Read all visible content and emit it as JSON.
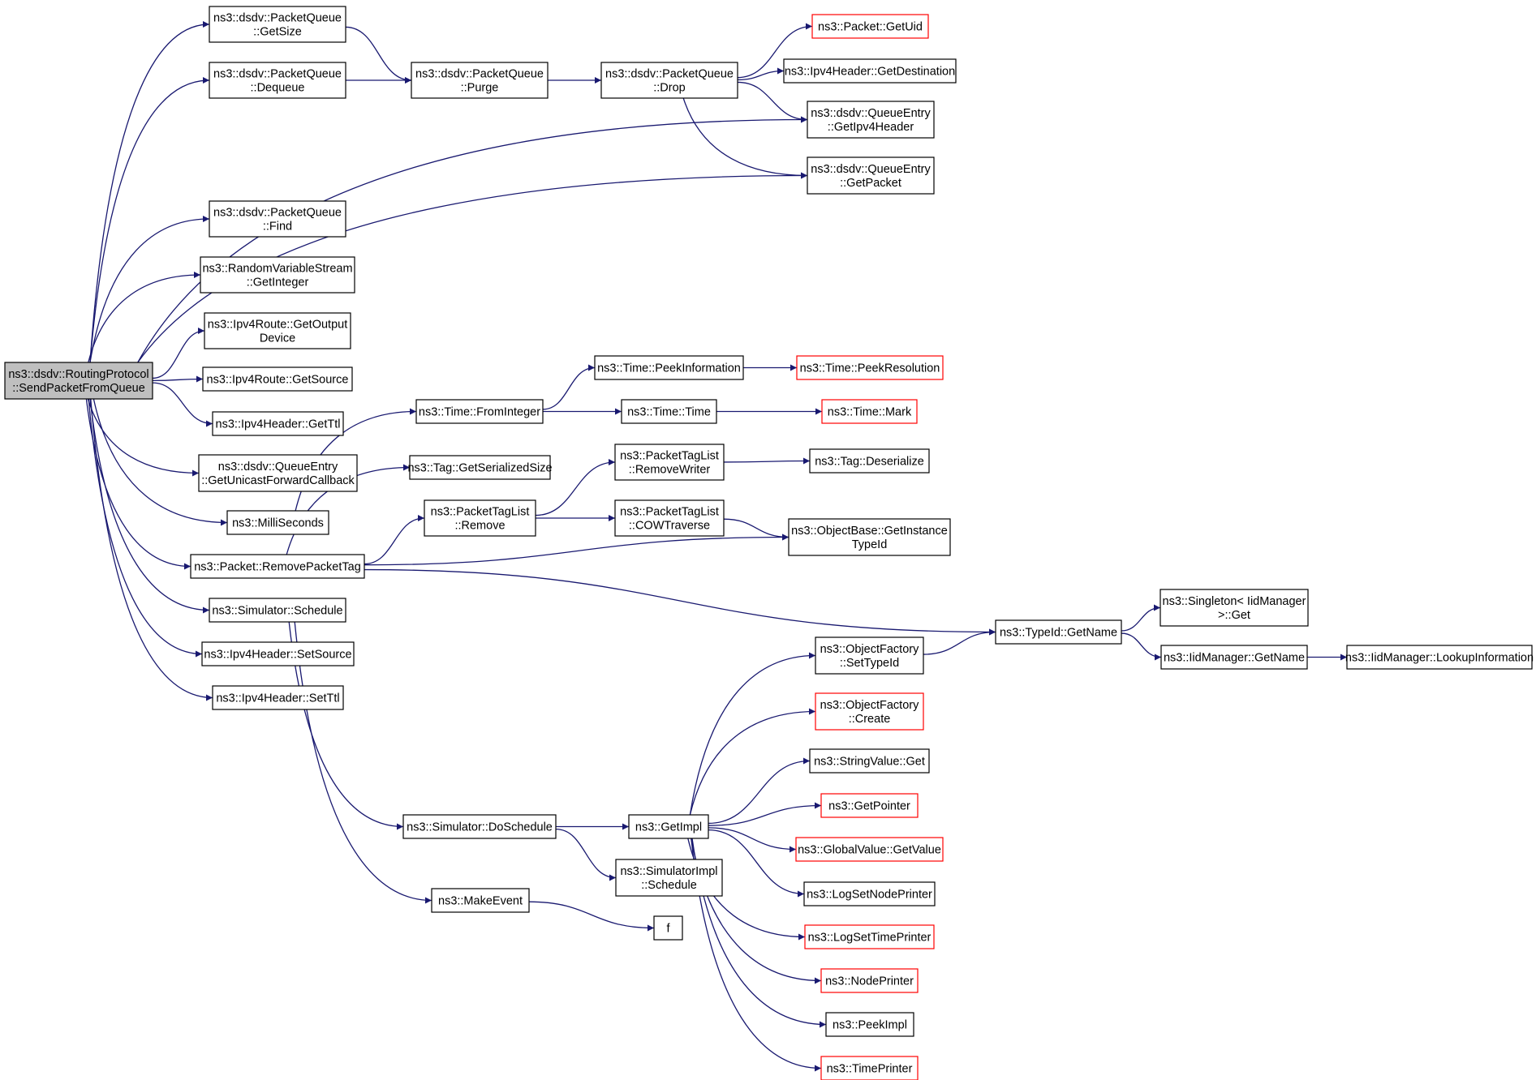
{
  "colors": {
    "edge": "#191970",
    "node_border": "#000000",
    "truncated_border": "#ff0000",
    "root_fill": "#bfbfbf"
  },
  "nodes": [
    {
      "id": "root",
      "lines": [
        "ns3::dsdv::RoutingProtocol",
        "::SendPacketFromQueue"
      ],
      "style": "root"
    },
    {
      "id": "pq_getsize",
      "lines": [
        "ns3::dsdv::PacketQueue",
        "::GetSize"
      ]
    },
    {
      "id": "pq_dequeue",
      "lines": [
        "ns3::dsdv::PacketQueue",
        "::Dequeue"
      ]
    },
    {
      "id": "pq_purge",
      "lines": [
        "ns3::dsdv::PacketQueue",
        "::Purge"
      ]
    },
    {
      "id": "pq_drop",
      "lines": [
        "ns3::dsdv::PacketQueue",
        "::Drop"
      ]
    },
    {
      "id": "pkt_getuid",
      "lines": [
        "ns3::Packet::GetUid"
      ],
      "style": "truncated"
    },
    {
      "id": "ipv4h_getdest",
      "lines": [
        "ns3::Ipv4Header::GetDestination"
      ]
    },
    {
      "id": "qe_getipv4header",
      "lines": [
        "ns3::dsdv::QueueEntry",
        "::GetIpv4Header"
      ]
    },
    {
      "id": "qe_getpacket",
      "lines": [
        "ns3::dsdv::QueueEntry",
        "::GetPacket"
      ]
    },
    {
      "id": "pq_find",
      "lines": [
        "ns3::dsdv::PacketQueue",
        "::Find"
      ]
    },
    {
      "id": "rvs_getinteger",
      "lines": [
        "ns3::RandomVariableStream",
        "::GetInteger"
      ]
    },
    {
      "id": "ipv4route_getoutputdevice",
      "lines": [
        "ns3::Ipv4Route::GetOutput",
        "Device"
      ]
    },
    {
      "id": "ipv4route_getsource",
      "lines": [
        "ns3::Ipv4Route::GetSource"
      ]
    },
    {
      "id": "ipv4h_getttl",
      "lines": [
        "ns3::Ipv4Header::GetTtl"
      ]
    },
    {
      "id": "qe_getunicastforwardcallback",
      "lines": [
        "ns3::dsdv::QueueEntry",
        "::GetUnicastForwardCallback"
      ]
    },
    {
      "id": "milliseconds",
      "lines": [
        "ns3::MilliSeconds"
      ]
    },
    {
      "id": "time_frominteger",
      "lines": [
        "ns3::Time::FromInteger"
      ]
    },
    {
      "id": "time_peekinformation",
      "lines": [
        "ns3::Time::PeekInformation"
      ]
    },
    {
      "id": "time_peekresolution",
      "lines": [
        "ns3::Time::PeekResolution"
      ],
      "style": "truncated"
    },
    {
      "id": "time_time",
      "lines": [
        "ns3::Time::Time"
      ]
    },
    {
      "id": "time_mark",
      "lines": [
        "ns3::Time::Mark"
      ],
      "style": "truncated"
    },
    {
      "id": "tag_getserializedsize",
      "lines": [
        "ns3::Tag::GetSerializedSize"
      ]
    },
    {
      "id": "ptl_remove",
      "lines": [
        "ns3::PacketTagList",
        "::Remove"
      ]
    },
    {
      "id": "ptl_removewriter",
      "lines": [
        "ns3::PacketTagList",
        "::RemoveWriter"
      ]
    },
    {
      "id": "tag_deserialize",
      "lines": [
        "ns3::Tag::Deserialize"
      ]
    },
    {
      "id": "ptl_cowtraverse",
      "lines": [
        "ns3::PacketTagList",
        "::COWTraverse"
      ]
    },
    {
      "id": "objectbase_getinstancetypeid",
      "lines": [
        "ns3::ObjectBase::GetInstance",
        "TypeId"
      ]
    },
    {
      "id": "pkt_removepackettag",
      "lines": [
        "ns3::Packet::RemovePacketTag"
      ]
    },
    {
      "id": "typeid_getname",
      "lines": [
        "ns3::TypeId::GetName"
      ]
    },
    {
      "id": "singleton_get",
      "lines": [
        "ns3::Singleton< IidManager",
        " >::Get"
      ]
    },
    {
      "id": "iidmanager_getname",
      "lines": [
        "ns3::IidManager::GetName"
      ]
    },
    {
      "id": "iidmanager_lookupinformation",
      "lines": [
        "ns3::IidManager::LookupInformation"
      ]
    },
    {
      "id": "sim_schedule",
      "lines": [
        "ns3::Simulator::Schedule"
      ]
    },
    {
      "id": "ipv4h_setsource",
      "lines": [
        "ns3::Ipv4Header::SetSource"
      ]
    },
    {
      "id": "ipv4h_setttl",
      "lines": [
        "ns3::Ipv4Header::SetTtl"
      ]
    },
    {
      "id": "objectfactory_settypeid",
      "lines": [
        "ns3::ObjectFactory",
        "::SetTypeId"
      ]
    },
    {
      "id": "objectfactory_create",
      "lines": [
        "ns3::ObjectFactory",
        "::Create"
      ],
      "style": "truncated"
    },
    {
      "id": "stringvalue_get",
      "lines": [
        "ns3::StringValue::Get"
      ]
    },
    {
      "id": "getpointer",
      "lines": [
        "ns3::GetPointer"
      ],
      "style": "truncated"
    },
    {
      "id": "globalvalue_getvalue",
      "lines": [
        "ns3::GlobalValue::GetValue"
      ],
      "style": "truncated"
    },
    {
      "id": "logsetnodeprinter",
      "lines": [
        "ns3::LogSetNodePrinter"
      ]
    },
    {
      "id": "logsettimeprinter",
      "lines": [
        "ns3::LogSetTimePrinter"
      ],
      "style": "truncated"
    },
    {
      "id": "nodeprinter",
      "lines": [
        "ns3::NodePrinter"
      ],
      "style": "truncated"
    },
    {
      "id": "peekimpl",
      "lines": [
        "ns3::PeekImpl"
      ]
    },
    {
      "id": "timeprinter",
      "lines": [
        "ns3::TimePrinter"
      ],
      "style": "truncated"
    },
    {
      "id": "sim_doschedule",
      "lines": [
        "ns3::Simulator::DoSchedule"
      ]
    },
    {
      "id": "getimpl",
      "lines": [
        "ns3::GetImpl"
      ]
    },
    {
      "id": "simimpl_schedule",
      "lines": [
        "ns3::SimulatorImpl",
        "::Schedule"
      ]
    },
    {
      "id": "makeevent",
      "lines": [
        "ns3::MakeEvent"
      ]
    },
    {
      "id": "f",
      "lines": [
        "f"
      ]
    }
  ],
  "edges": [
    [
      "root",
      "pq_getsize"
    ],
    [
      "root",
      "pq_dequeue"
    ],
    [
      "root",
      "qe_getipv4header"
    ],
    [
      "root",
      "qe_getpacket"
    ],
    [
      "root",
      "pq_find"
    ],
    [
      "root",
      "rvs_getinteger"
    ],
    [
      "root",
      "ipv4route_getoutputdevice"
    ],
    [
      "root",
      "ipv4route_getsource"
    ],
    [
      "root",
      "ipv4h_getttl"
    ],
    [
      "root",
      "qe_getunicastforwardcallback"
    ],
    [
      "root",
      "milliseconds"
    ],
    [
      "root",
      "pkt_removepackettag"
    ],
    [
      "root",
      "sim_schedule"
    ],
    [
      "root",
      "ipv4h_setsource"
    ],
    [
      "root",
      "ipv4h_setttl"
    ],
    [
      "pq_getsize",
      "pq_purge"
    ],
    [
      "pq_dequeue",
      "pq_purge"
    ],
    [
      "pq_purge",
      "pq_drop"
    ],
    [
      "pq_drop",
      "pkt_getuid"
    ],
    [
      "pq_drop",
      "ipv4h_getdest"
    ],
    [
      "pq_drop",
      "qe_getipv4header"
    ],
    [
      "pq_drop",
      "qe_getpacket"
    ],
    [
      "milliseconds",
      "time_frominteger"
    ],
    [
      "time_frominteger",
      "time_peekinformation"
    ],
    [
      "time_frominteger",
      "time_time"
    ],
    [
      "time_peekinformation",
      "time_peekresolution"
    ],
    [
      "time_time",
      "time_mark"
    ],
    [
      "pkt_removepackettag",
      "tag_getserializedsize"
    ],
    [
      "pkt_removepackettag",
      "ptl_remove"
    ],
    [
      "pkt_removepackettag",
      "objectbase_getinstancetypeid"
    ],
    [
      "pkt_removepackettag",
      "typeid_getname"
    ],
    [
      "ptl_remove",
      "ptl_removewriter"
    ],
    [
      "ptl_remove",
      "ptl_cowtraverse"
    ],
    [
      "ptl_removewriter",
      "tag_deserialize"
    ],
    [
      "ptl_cowtraverse",
      "objectbase_getinstancetypeid"
    ],
    [
      "typeid_getname",
      "singleton_get"
    ],
    [
      "typeid_getname",
      "iidmanager_getname"
    ],
    [
      "iidmanager_getname",
      "iidmanager_lookupinformation"
    ],
    [
      "sim_schedule",
      "sim_doschedule"
    ],
    [
      "sim_schedule",
      "makeevent"
    ],
    [
      "sim_doschedule",
      "getimpl"
    ],
    [
      "sim_doschedule",
      "simimpl_schedule"
    ],
    [
      "makeevent",
      "f"
    ],
    [
      "getimpl",
      "objectfactory_settypeid"
    ],
    [
      "getimpl",
      "objectfactory_create"
    ],
    [
      "getimpl",
      "stringvalue_get"
    ],
    [
      "getimpl",
      "getpointer"
    ],
    [
      "getimpl",
      "globalvalue_getvalue"
    ],
    [
      "getimpl",
      "logsetnodeprinter"
    ],
    [
      "getimpl",
      "logsettimeprinter"
    ],
    [
      "getimpl",
      "nodeprinter"
    ],
    [
      "getimpl",
      "peekimpl"
    ],
    [
      "getimpl",
      "timeprinter"
    ],
    [
      "objectfactory_settypeid",
      "typeid_getname"
    ]
  ]
}
